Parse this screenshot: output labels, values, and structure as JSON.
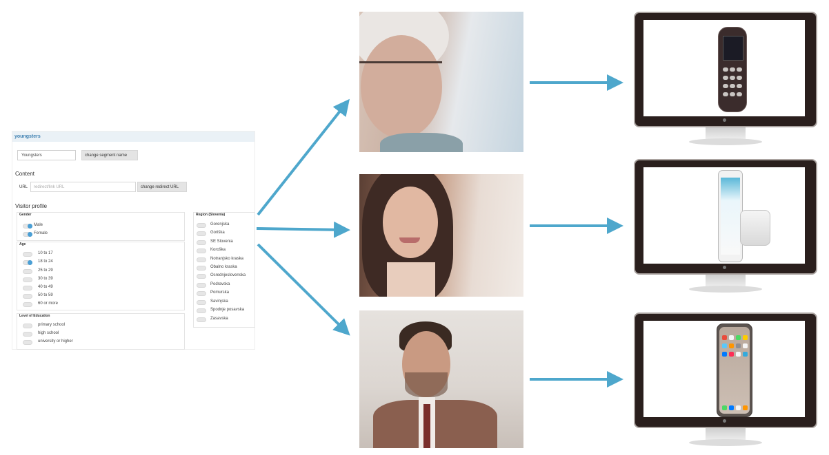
{
  "panel": {
    "header": "youngsters",
    "segment_name_value": "Youngsters",
    "change_segment_name_label": "change segment name",
    "content_heading": "Content",
    "url_label": "URL",
    "url_placeholder": "redirect/link URL",
    "change_redirect_url_label": "change redirect URL",
    "visitor_profile_heading": "Visitor profile",
    "gender": {
      "title": "Gender",
      "options": [
        {
          "label": "Male",
          "on": true
        },
        {
          "label": "Female",
          "on": true
        }
      ]
    },
    "age": {
      "title": "Age",
      "options": [
        {
          "label": "10 to 17",
          "on": false
        },
        {
          "label": "18 to 24",
          "on": true
        },
        {
          "label": "25 to 29",
          "on": false
        },
        {
          "label": "30 to 39",
          "on": false
        },
        {
          "label": "40 to 49",
          "on": false
        },
        {
          "label": "50 to 59",
          "on": false
        },
        {
          "label": "60 or more",
          "on": false
        }
      ]
    },
    "education": {
      "title": "Level of Education",
      "options": [
        {
          "label": "primary school",
          "on": false
        },
        {
          "label": "high school",
          "on": false
        },
        {
          "label": "university or higher",
          "on": false
        }
      ]
    },
    "region": {
      "title": "Region (Slovenia)",
      "options": [
        {
          "label": "Gorenjska",
          "on": false
        },
        {
          "label": "Goriška",
          "on": false
        },
        {
          "label": "SE Slovenia",
          "on": false
        },
        {
          "label": "Koroška",
          "on": false
        },
        {
          "label": "Notranjsko kraska",
          "on": false
        },
        {
          "label": "Obalno kraska",
          "on": false
        },
        {
          "label": "Osrednjeslovenska",
          "on": false
        },
        {
          "label": "Podravska",
          "on": false
        },
        {
          "label": "Pomurska",
          "on": false
        },
        {
          "label": "Savinjska",
          "on": false
        },
        {
          "label": "Spodnje posavska",
          "on": false
        },
        {
          "label": "Zasavska",
          "on": false
        }
      ]
    }
  },
  "colors": {
    "arrow": "#4ea7cc",
    "toggle_on": "#4a9fd5",
    "header_text": "#3d7fb0"
  },
  "diagram": {
    "personas": [
      "older-woman-photo",
      "young-woman-photo",
      "young-man-photo"
    ],
    "devices": [
      "feature-phone",
      "android-smartphone-with-speaker",
      "iphone"
    ]
  }
}
